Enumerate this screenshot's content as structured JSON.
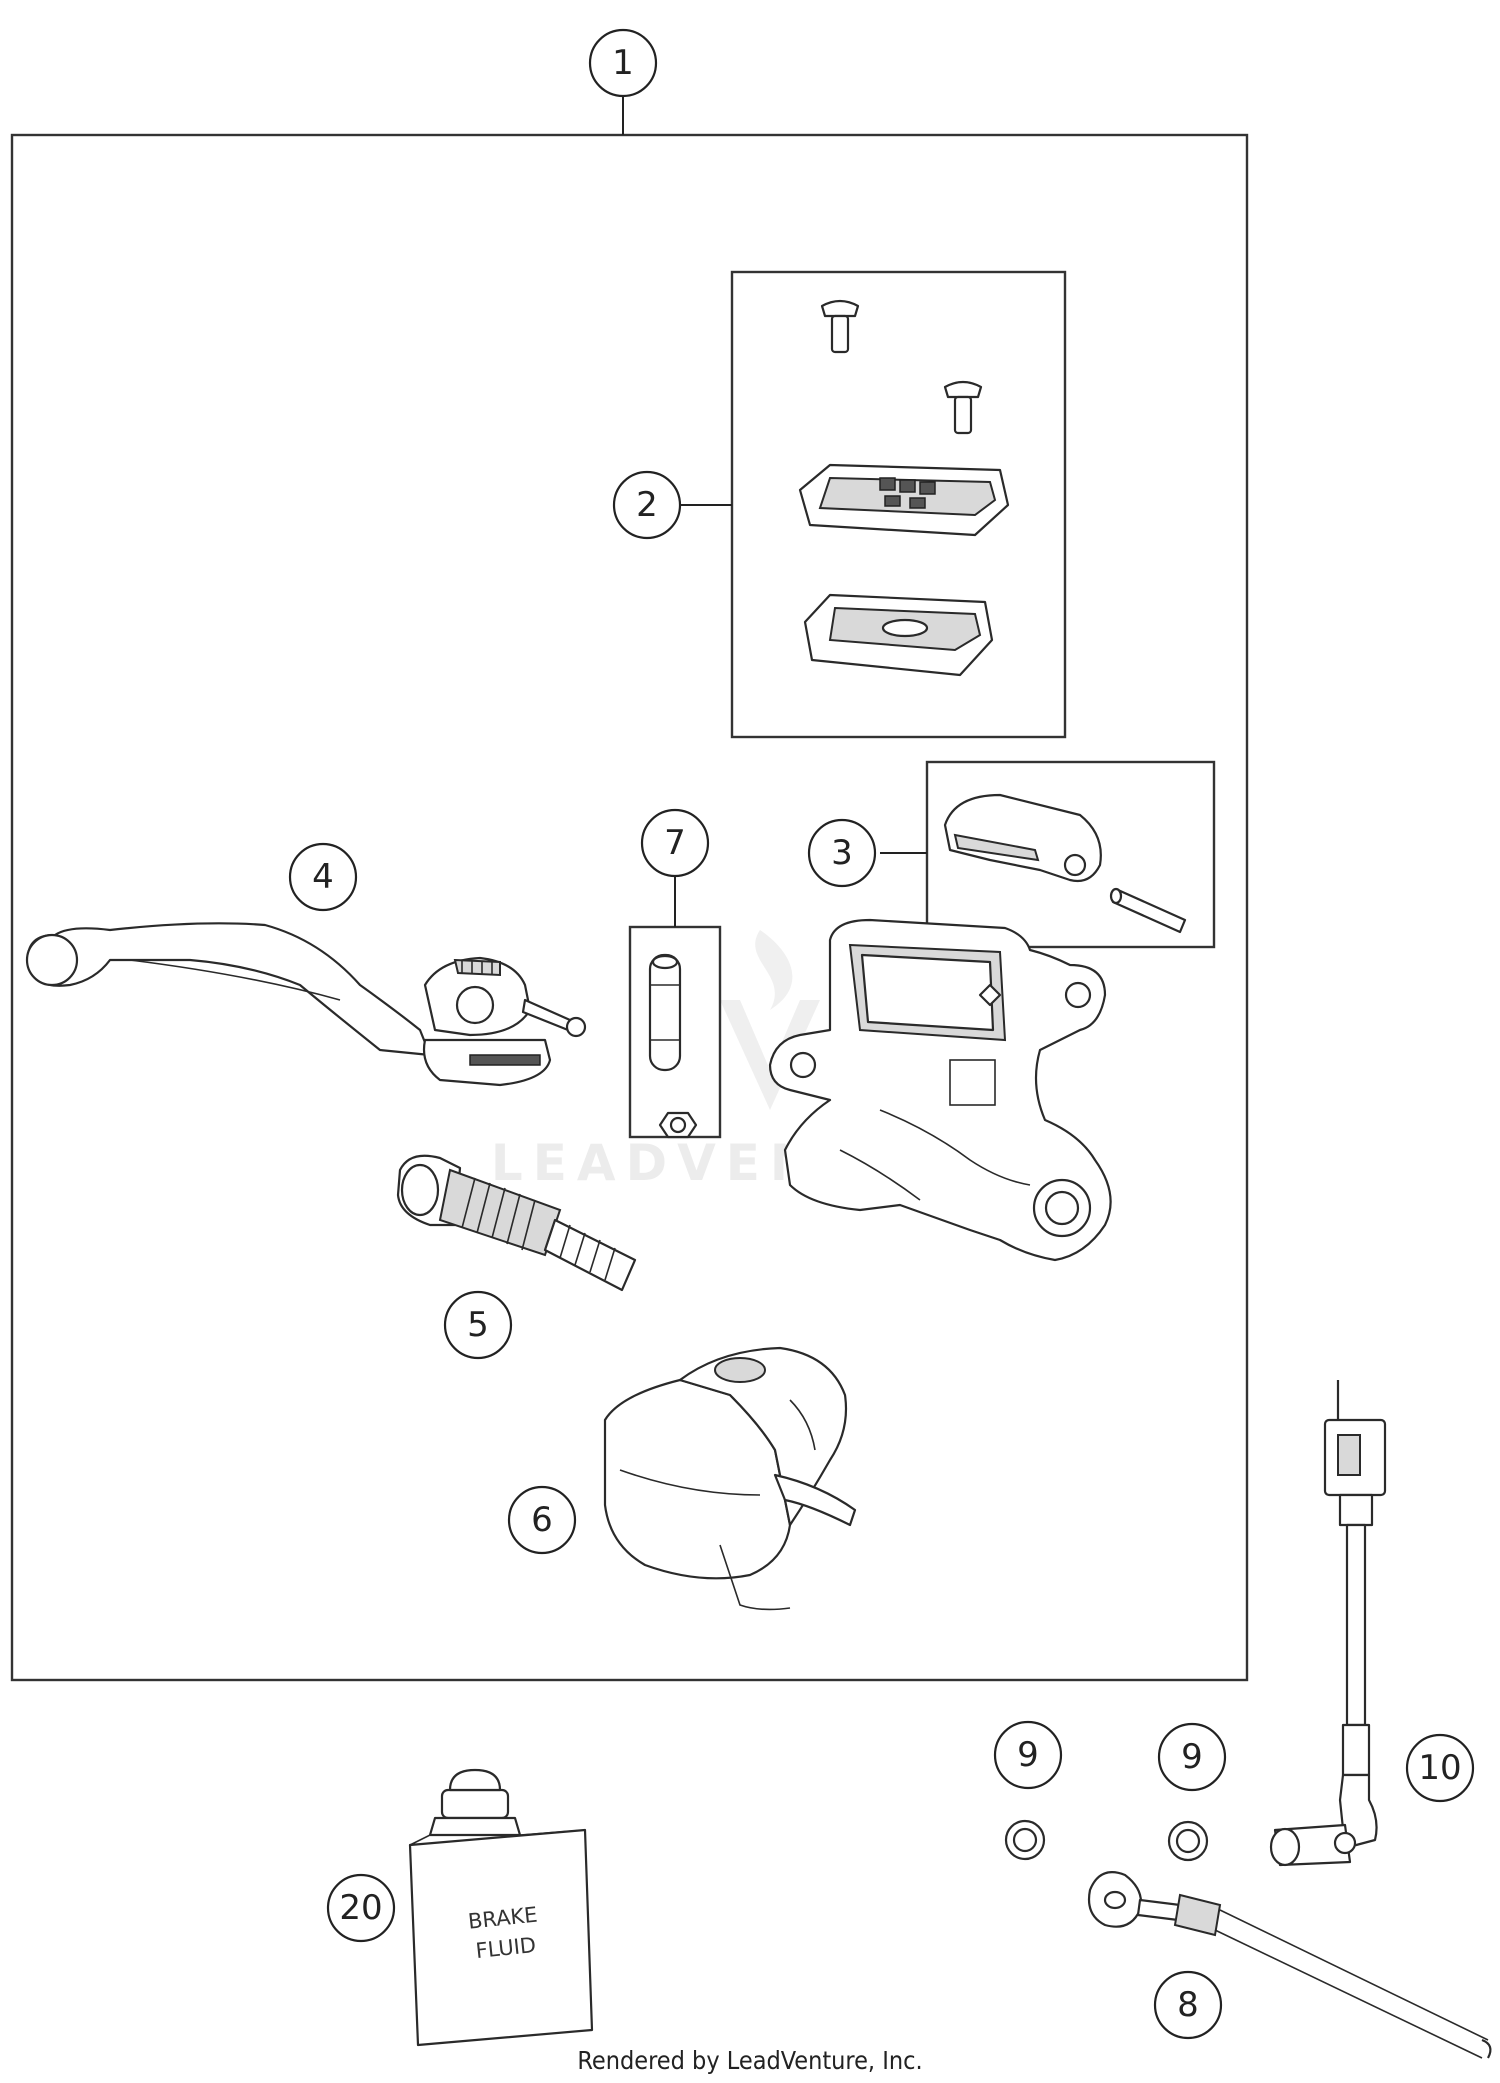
{
  "callouts": {
    "c1": "1",
    "c2": "2",
    "c3": "3",
    "c4": "4",
    "c5": "5",
    "c6": "6",
    "c7": "7",
    "c8": "8",
    "c9a": "9",
    "c9b": "9",
    "c10": "10",
    "c20": "20"
  },
  "bottle_label": {
    "line1": "BRAKE",
    "line2": "FLUID"
  },
  "watermark": "LEADVENTURE",
  "footer": "Rendered by LeadVenture, Inc."
}
